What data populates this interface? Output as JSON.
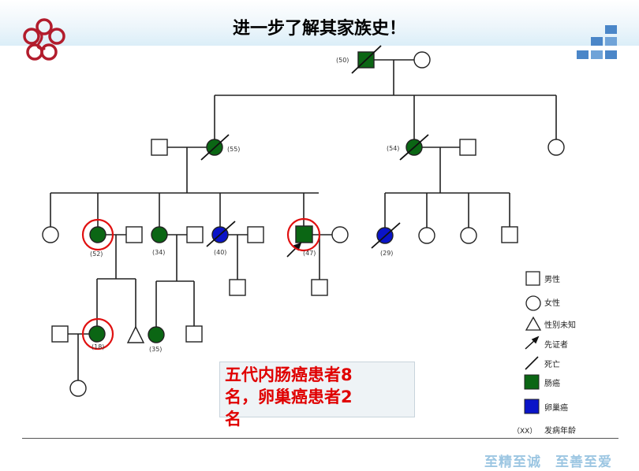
{
  "title": "进一步了解其家族史！",
  "ages": {
    "gen1_male": "(50)",
    "gen2_left_female": "(55)",
    "gen2_right_female": "(54)",
    "gen3_female_2": "(52)",
    "gen3_female_3": "(34)",
    "gen3_female_4": "(40)",
    "gen3_proband": "(47)",
    "gen3_female_right": "(29)",
    "gen4_female_1": "(18)",
    "gen4_female_2": "(35)"
  },
  "legend": {
    "male": "男性",
    "female": "女性",
    "unknown": "性别未知",
    "proband": "先证者",
    "deceased": "死亡",
    "colorectal": "肠癌",
    "ovarian": "卵巢癌",
    "onset_age_symbol": "（XX）",
    "onset_age": "发病年龄"
  },
  "callout": {
    "line1": "五代内肠癌患者8",
    "line2": "名，卵巢癌患者2",
    "line3": "名"
  },
  "footer": {
    "slogan": "至精至诚　至善至爱"
  },
  "colors": {
    "colorectal": "#0b6614",
    "ovarian": "#0a14c8",
    "highlight": "#e01010",
    "slogan": "#9cc6e2"
  }
}
